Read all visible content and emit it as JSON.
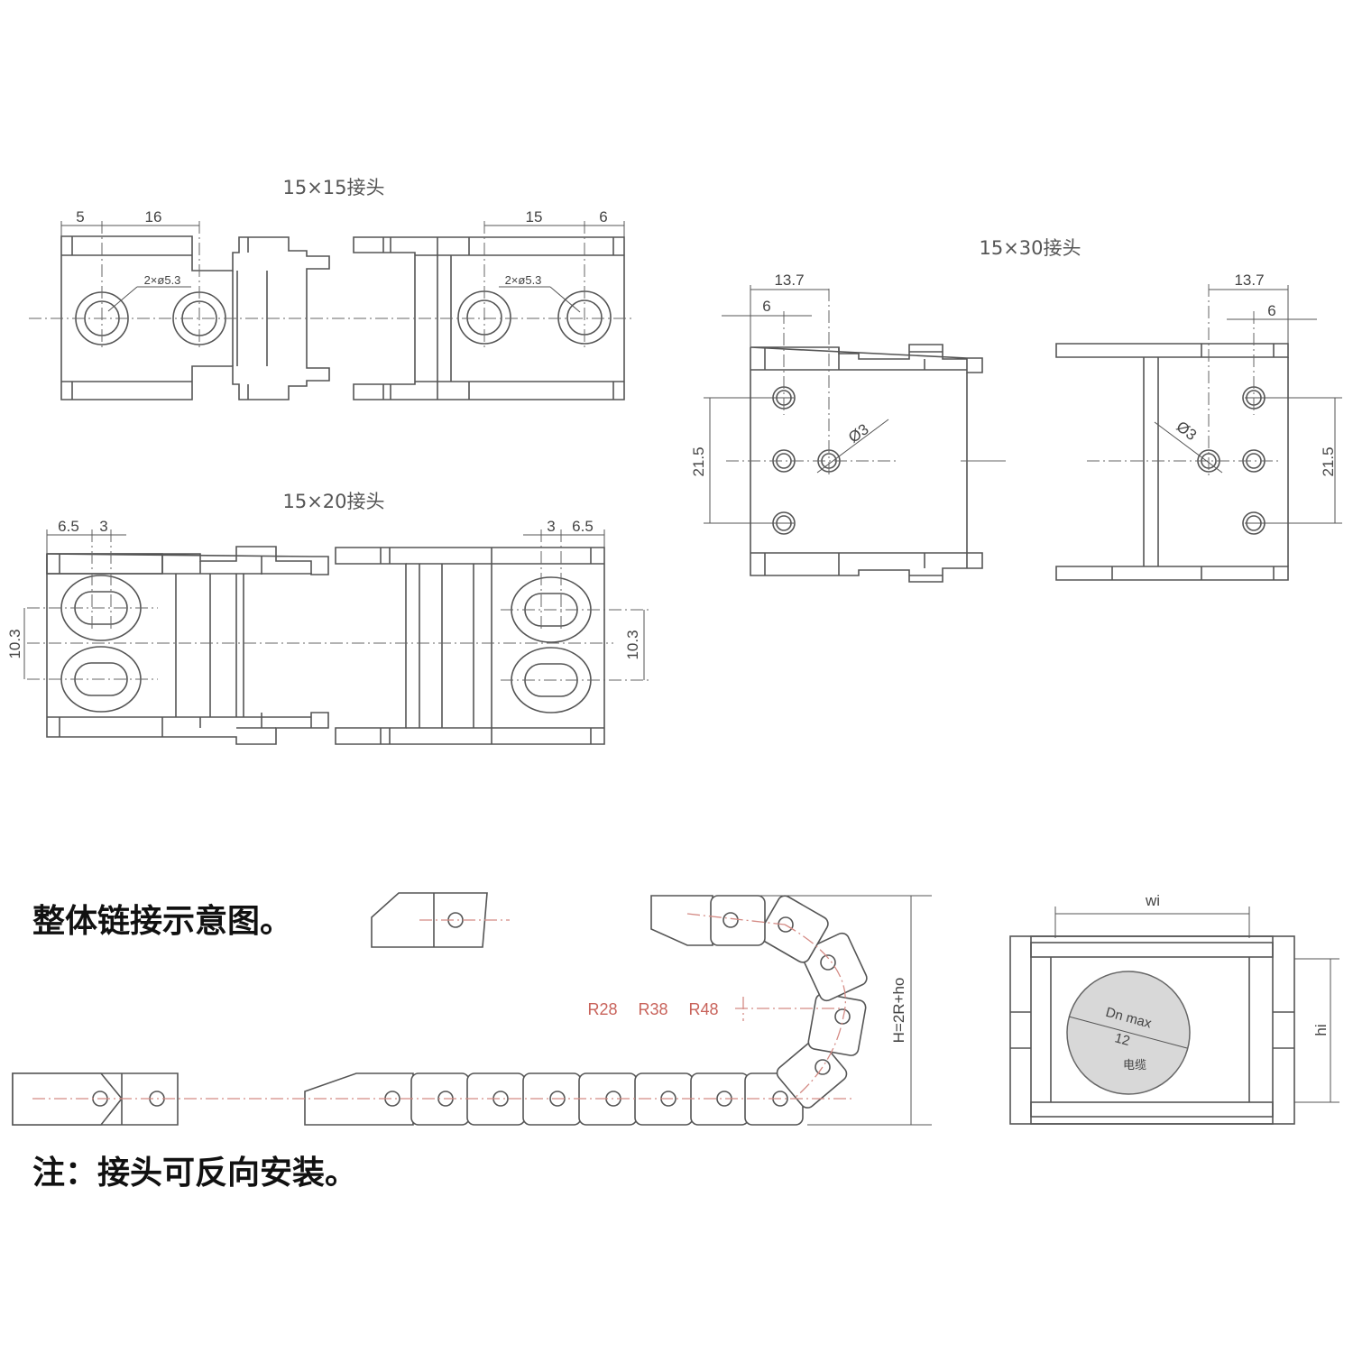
{
  "titles": {
    "j15x15": "15×15接头",
    "j15x20": "15×20接头",
    "j15x30": "15×30接头"
  },
  "notes": {
    "overall": "整体链接示意图。",
    "reverse": "注：接头可反向安装。"
  },
  "dims_15x15": {
    "left_a": "5",
    "left_b": "16",
    "right_a": "15",
    "right_b": "6",
    "hole_left": "2×ø5.3",
    "hole_right": "2×ø5.3"
  },
  "dims_15x20": {
    "left_a": "6.5",
    "left_b": "3",
    "right_a": "3",
    "right_b": "6.5",
    "left_v": "10.3",
    "right_v": "10.3"
  },
  "dims_15x30": {
    "left_top": "13.7",
    "left_sub": "6",
    "left_v": "21.5",
    "left_hole": "Ø3",
    "right_top": "13.7",
    "right_sub": "6",
    "right_v": "21.5",
    "right_hole": "Ø3"
  },
  "chain": {
    "radii": [
      "R28",
      "R38",
      "R48"
    ],
    "height": "H=2R+ho"
  },
  "section": {
    "width_label": "wi",
    "height_label": "hi",
    "cable_label": "Dn max",
    "cable_value": "12",
    "cable_name": "电缆"
  }
}
